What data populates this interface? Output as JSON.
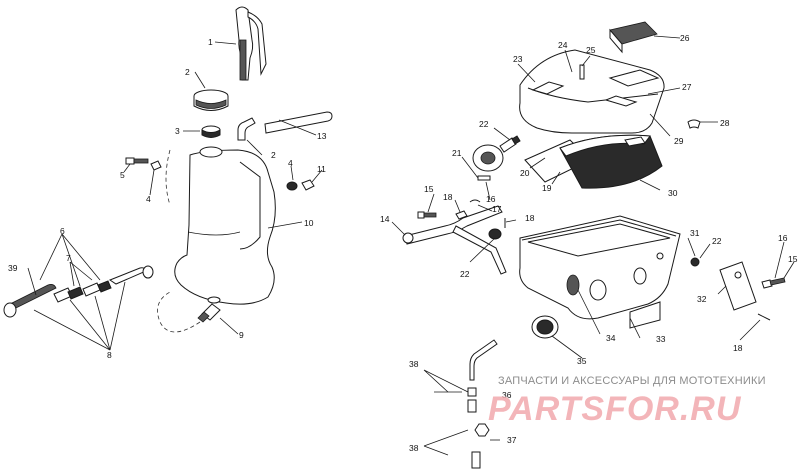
{
  "diagram": {
    "callouts": [
      {
        "id": "c1",
        "label": "1"
      },
      {
        "id": "c2a",
        "label": "2"
      },
      {
        "id": "c2b",
        "label": "2"
      },
      {
        "id": "c3",
        "label": "3"
      },
      {
        "id": "c4a",
        "label": "4"
      },
      {
        "id": "c4b",
        "label": "4"
      },
      {
        "id": "c5",
        "label": "5"
      },
      {
        "id": "c6",
        "label": "6"
      },
      {
        "id": "c7",
        "label": "7"
      },
      {
        "id": "c8",
        "label": "8"
      },
      {
        "id": "c9",
        "label": "9"
      },
      {
        "id": "c10",
        "label": "10"
      },
      {
        "id": "c11",
        "label": "11"
      },
      {
        "id": "c13",
        "label": "13"
      },
      {
        "id": "c14",
        "label": "14"
      },
      {
        "id": "c15a",
        "label": "15"
      },
      {
        "id": "c15b",
        "label": "15"
      },
      {
        "id": "c16a",
        "label": "16"
      },
      {
        "id": "c16b",
        "label": "16"
      },
      {
        "id": "c17",
        "label": "17"
      },
      {
        "id": "c18a",
        "label": "18"
      },
      {
        "id": "c18b",
        "label": "18"
      },
      {
        "id": "c18c",
        "label": "18"
      },
      {
        "id": "c19",
        "label": "19"
      },
      {
        "id": "c20",
        "label": "20"
      },
      {
        "id": "c21",
        "label": "21"
      },
      {
        "id": "c22a",
        "label": "22"
      },
      {
        "id": "c22b",
        "label": "22"
      },
      {
        "id": "c22c",
        "label": "22"
      },
      {
        "id": "c23",
        "label": "23"
      },
      {
        "id": "c24",
        "label": "24"
      },
      {
        "id": "c25",
        "label": "25"
      },
      {
        "id": "c26",
        "label": "26"
      },
      {
        "id": "c27",
        "label": "27"
      },
      {
        "id": "c28",
        "label": "28"
      },
      {
        "id": "c29",
        "label": "29"
      },
      {
        "id": "c30",
        "label": "30"
      },
      {
        "id": "c31",
        "label": "31"
      },
      {
        "id": "c32",
        "label": "32"
      },
      {
        "id": "c33",
        "label": "33"
      },
      {
        "id": "c34",
        "label": "34"
      },
      {
        "id": "c35",
        "label": "35"
      },
      {
        "id": "c36",
        "label": "36"
      },
      {
        "id": "c37",
        "label": "37"
      },
      {
        "id": "c38a",
        "label": "38"
      },
      {
        "id": "c38b",
        "label": "38"
      },
      {
        "id": "c39",
        "label": "39"
      }
    ]
  },
  "watermark": {
    "caption": "ЗАПЧАСТИ И АКСЕССУАРЫ ДЛЯ МОТОТЕХНИКИ",
    "logo": "PARTSFOR.RU",
    "logo_color": "#f2a9ad",
    "caption_color": "#8c8c8c"
  }
}
